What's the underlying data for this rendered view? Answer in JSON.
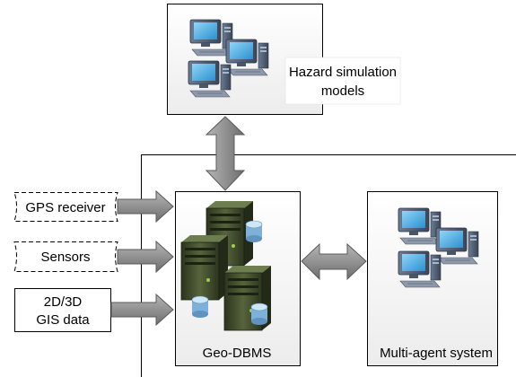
{
  "diagram": {
    "hazard_models": {
      "line1": "Hazard simulation",
      "line2": "models"
    },
    "inputs": {
      "gps": "GPS receiver",
      "sensors": "Sensors",
      "gis_line1": "2D/3D",
      "gis_line2": "GIS data"
    },
    "geo_dbms": "Geo-DBMS",
    "multi_agent": "Multi-agent system"
  },
  "colors": {
    "arrow_fill": "#8c8c8c",
    "server_body": "#3f4a2c",
    "monitor_frame": "#5a6b82",
    "monitor_screen": "#55b6e8"
  }
}
